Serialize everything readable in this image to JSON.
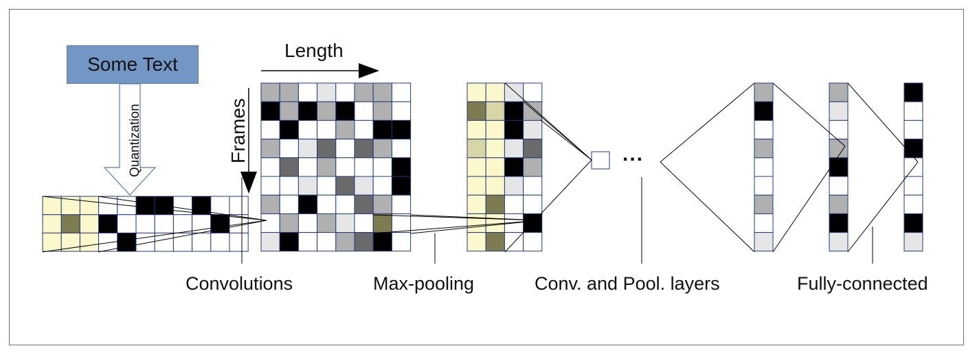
{
  "diagram": {
    "input_box": "Some Text",
    "quantization_label": "Quantization",
    "length_label": "Length",
    "frames_label": "Frames",
    "ellipsis": "...",
    "stage_labels": {
      "convolutions": "Convolutions",
      "max_pooling": "Max-pooling",
      "conv_pool": "Conv. and Pool. layers",
      "fully_connected": "Fully-connected"
    },
    "colors": {
      "input_box": "#7397c4",
      "grid_line": "#1f3a78",
      "black": "#000000",
      "dark": "#6a6a6a",
      "mid": "#b0b0b0",
      "light": "#e6e6e6",
      "white": "#ffffff",
      "highlight": "#fbf8cc",
      "highlight_dark": "#7f7b50",
      "highlight_mid": "#d8d5a7"
    },
    "grids": {
      "quantized_input": [
        "hhhwwkkwkww",
        "hHhkwwwwwkw",
        "hhhwkwwwwww"
      ],
      "conv_output": [
        "mmwlwmmw",
        "kmkmkwmw",
        "wkwwmwkk",
        "mwldwdmw",
        "wdwmwwwk",
        "wwlwdlwk",
        "mwkwwdmw",
        "wmwmlwHw",
        "lkwwmdkw"
      ],
      "pooled": [
        "hhlw",
        "HBkm",
        "hhkl",
        "BhlD",
        "hhkm",
        "hhlw",
        "hHww",
        "hhwk",
        "hHww"
      ],
      "column_a": [
        "m",
        "k",
        "w",
        "m",
        "w",
        "w",
        "m",
        "w",
        "l"
      ],
      "column_b": [
        "m",
        "l",
        "w",
        "m",
        "k",
        "w",
        "m",
        "k",
        "l"
      ],
      "column_c": [
        "k",
        "w",
        "w",
        "k",
        "w",
        "w",
        "w",
        "k",
        "l"
      ]
    }
  }
}
